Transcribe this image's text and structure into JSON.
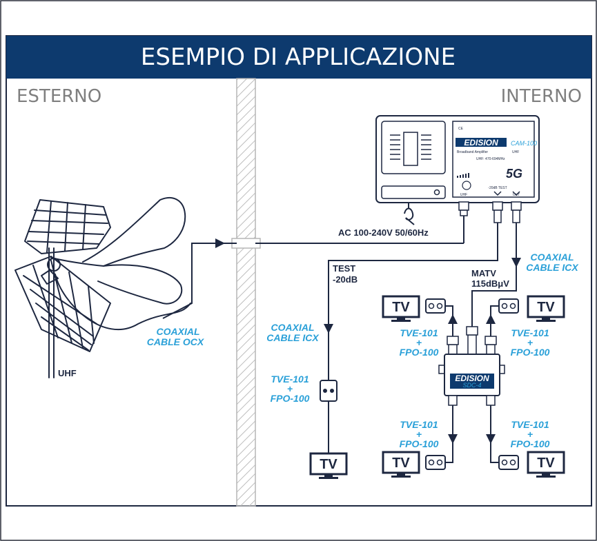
{
  "header": {
    "title": "ESEMPIO DI APPLICAZIONE"
  },
  "zones": {
    "outside": "ESTERNO",
    "inside": "INTERNO"
  },
  "colors": {
    "navy": "#0d3a6e",
    "dark": "#1d2740",
    "cyan": "#2aa0d8",
    "grey": "#7f7f7f"
  },
  "antenna": {
    "label": "UHF"
  },
  "cables": {
    "outdoor": {
      "line1": "COAXIAL",
      "line2": "CABLE OCX"
    },
    "indoor_right": {
      "line1": "COAXIAL",
      "line2": "CABLE ICX"
    },
    "indoor_left": {
      "line1": "COAXIAL",
      "line2": "CABLE ICX"
    }
  },
  "amplifier": {
    "power": "AC 100-240V 50/60Hz",
    "brand": "EDISION",
    "model": "CAM-100",
    "subtitle": "Broadband Amplifier",
    "band_tag": "UHF",
    "range": "UHF: 470-694MHz",
    "badge": "5G",
    "marks": "CE",
    "ports": [
      "UHF",
      "-20dB TEST",
      "OUT"
    ]
  },
  "test_output": {
    "line1": "TEST",
    "line2": "-20dB"
  },
  "matv_output": {
    "line1": "MATV",
    "line2": "115dBμV"
  },
  "splitter": {
    "brand": "EDISION",
    "model": "SDC-4"
  },
  "outlet_kit": {
    "line1": "TVE-101",
    "plus": "+",
    "line2": "FPO-100"
  },
  "tv": {
    "label": "TV"
  }
}
